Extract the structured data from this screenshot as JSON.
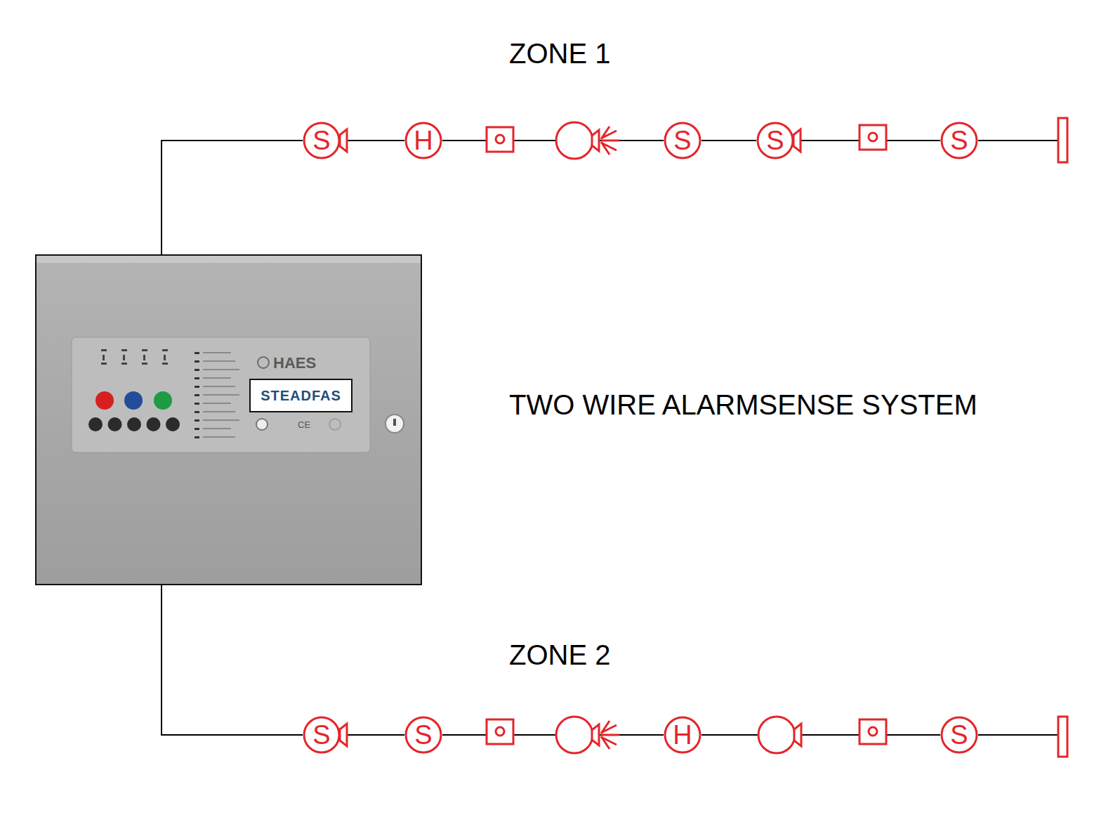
{
  "diagram": {
    "nodes": [
      {
        "text": [
          "HAES",
          "CE"
        ]
      },
      {
        "text": [
          "STEADFAS"
        ],
        "in": 0
      },
      {
        "text": [
          "S"
        ]
      },
      {
        "text": [
          "H"
        ]
      },
      {
        "text": [
          "S"
        ]
      },
      {
        "text": [
          "S"
        ]
      },
      {
        "text": [
          "S"
        ]
      },
      {
        "text": [
          "S"
        ]
      },
      {
        "text": [
          "S"
        ]
      },
      {
        "text": [
          "H"
        ]
      },
      {
        "text": [
          "S"
        ]
      }
    ],
    "edges": [
      {
        "from": 0,
        "to": 2,
        "arrow": "none"
      },
      {
        "from": 2,
        "to": 3,
        "arrow": "none"
      },
      {
        "from": 3,
        "to": 4,
        "arrow": "none"
      },
      {
        "from": 4,
        "to": 5,
        "arrow": "none"
      },
      {
        "from": 5,
        "to": 6,
        "arrow": "none"
      },
      {
        "from": 0,
        "to": 7,
        "arrow": "none"
      },
      {
        "from": 7,
        "to": 8,
        "arrow": "none"
      },
      {
        "from": 8,
        "to": 9,
        "arrow": "none"
      },
      {
        "from": 9,
        "to": 10,
        "arrow": "none"
      }
    ],
    "labels": [
      "ZONE 1",
      "TWO WIRE ALARMSENSE SYSTEM",
      "ZONE 2"
    ]
  }
}
